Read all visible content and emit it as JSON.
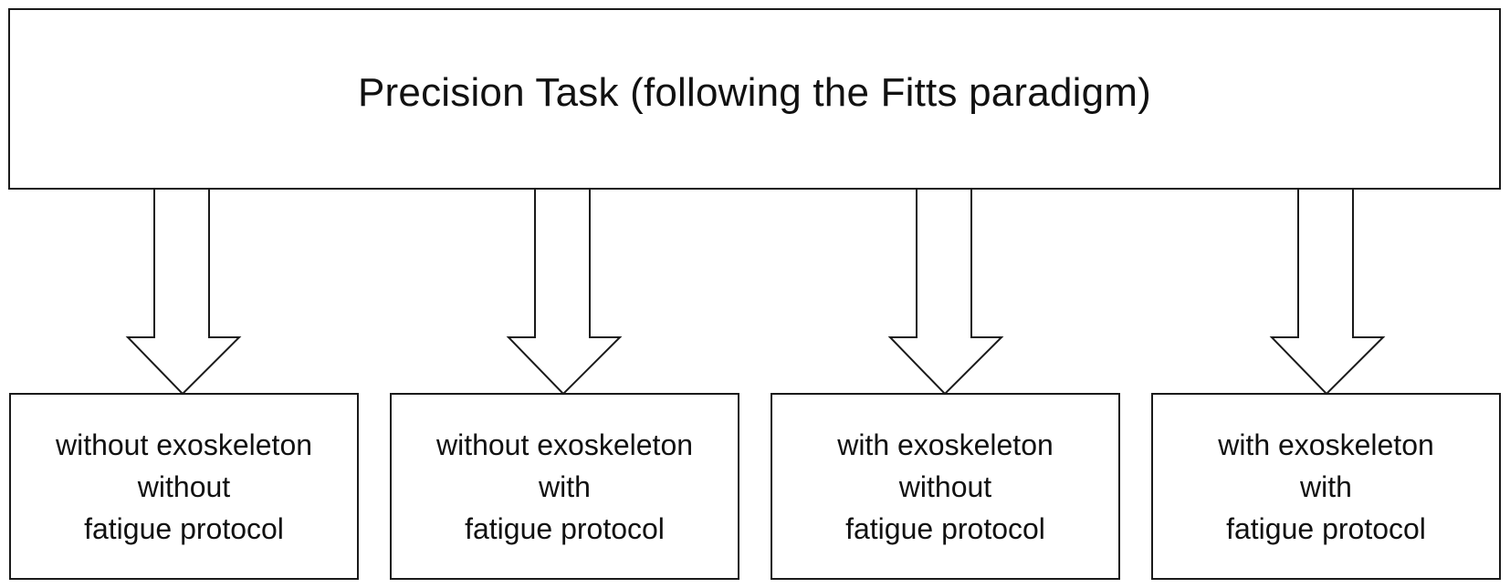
{
  "title": "Precision Task (following the Fitts paradigm)",
  "conditions": [
    {
      "line1": "without exoskeleton",
      "line2": "without",
      "line3": "fatigue protocol"
    },
    {
      "line1": "without exoskeleton",
      "line2": "with",
      "line3": "fatigue protocol"
    },
    {
      "line1": "with exoskeleton",
      "line2": "without",
      "line3": "fatigue protocol"
    },
    {
      "line1": "with exoskeleton",
      "line2": "with",
      "line3": "fatigue protocol"
    }
  ]
}
